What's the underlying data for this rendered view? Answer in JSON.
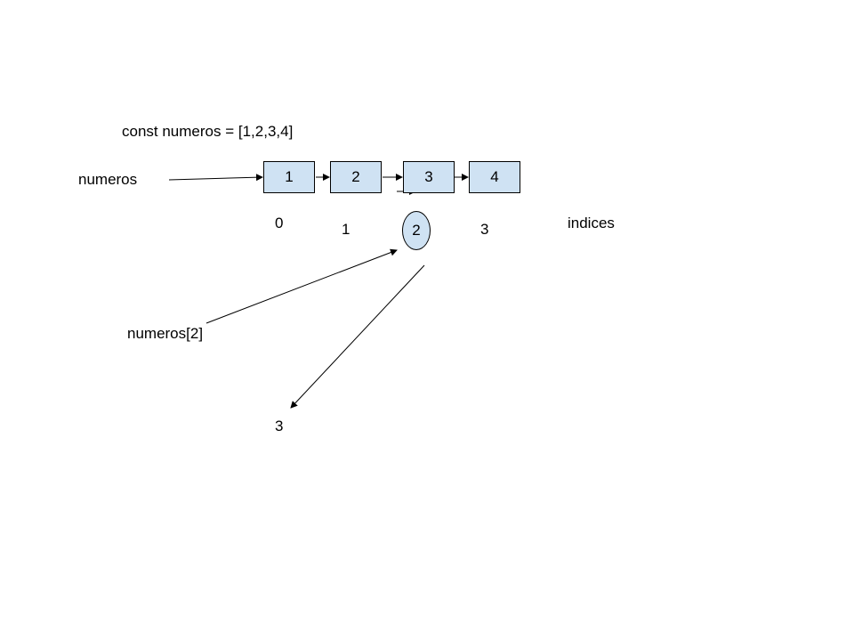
{
  "code": "const numeros = [1,2,3,4]",
  "variable_label": "numeros",
  "array_values": [
    "1",
    "2",
    "3",
    "4"
  ],
  "indices": [
    "0",
    "1",
    "2",
    "3"
  ],
  "indices_label": "indices",
  "access_label": "numeros[2]",
  "result_value": "3",
  "colors": {
    "box_fill": "#cfe2f3",
    "stroke": "#000000"
  }
}
